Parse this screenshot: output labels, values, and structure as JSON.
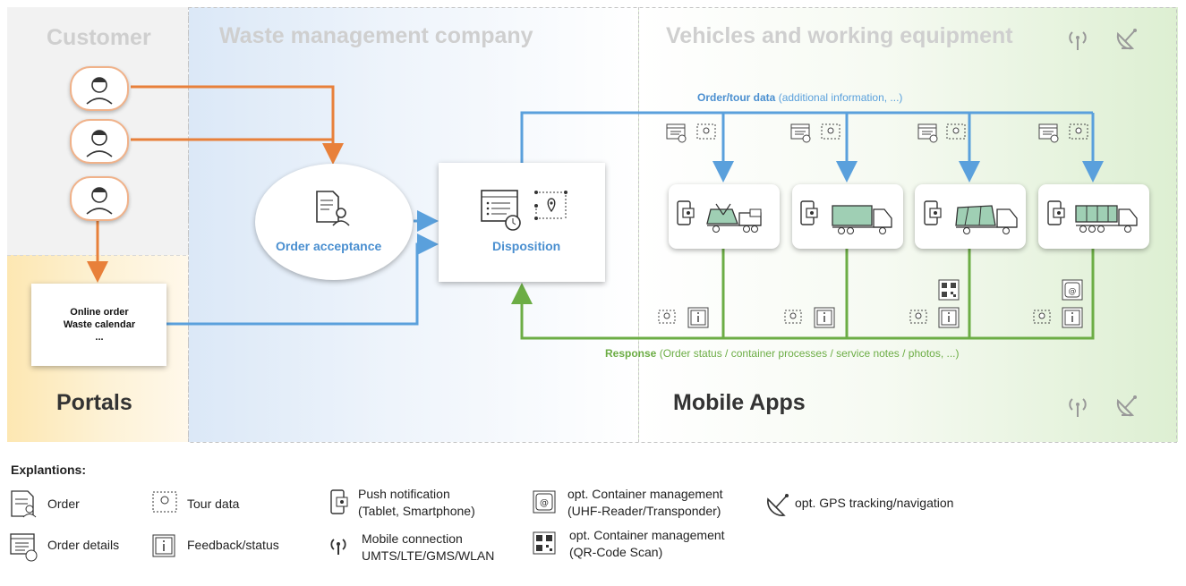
{
  "zones": {
    "customer": "Customer",
    "company": "Waste management company",
    "vehicles": "Vehicles and working equipment",
    "portals": "Portals",
    "mobile_apps": "Mobile Apps"
  },
  "nodes": {
    "order_acceptance": "Order acceptance",
    "disposition": "Disposition",
    "portal_lines": [
      "Online order",
      "Waste calendar",
      "..."
    ]
  },
  "flows": {
    "order_tour_bold": "Order/tour data",
    "order_tour_rest": " (additional information, ...)",
    "response_bold": "Response",
    "response_rest": " (Order status / container processes / service notes / photos, ...)"
  },
  "legend": {
    "title": "Explantions:",
    "items": {
      "order": "Order",
      "order_details": "Order details",
      "tour_data": "Tour data",
      "feedback": "Feedback/status",
      "push_1": "Push notification",
      "push_2": "(Tablet, Smartphone)",
      "mobile_1": "Mobile connection",
      "mobile_2": "UMTS/LTE/GMS/WLAN",
      "uhf_1": "opt. Container management",
      "uhf_2": "(UHF-Reader/Transponder)",
      "qr_1": "opt. Container management",
      "qr_2": "(QR-Code Scan)",
      "gps": "opt. GPS tracking/navigation"
    }
  },
  "colors": {
    "orange": "#e8803a",
    "blue": "#5aa0dc",
    "green": "#6cad45",
    "title_gray": "#cfcfcf"
  },
  "icons": [
    "customer-avatar-icon",
    "order-document-icon",
    "order-details-icon",
    "tour-data-icon",
    "feedback-icon",
    "push-notification-icon",
    "mobile-connection-icon",
    "satellite-icon",
    "uhf-container-icon",
    "qr-code-icon",
    "truck-icon"
  ]
}
